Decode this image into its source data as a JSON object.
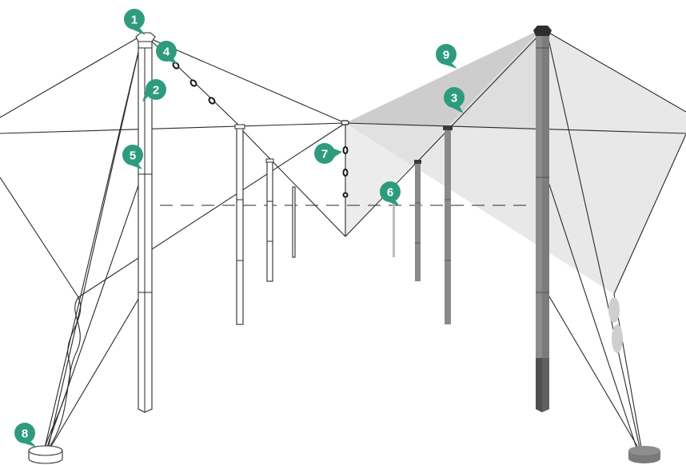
{
  "markers": [
    {
      "label": "1"
    },
    {
      "label": "2"
    },
    {
      "label": "3"
    },
    {
      "label": "4"
    },
    {
      "label": "5"
    },
    {
      "label": "6"
    },
    {
      "label": "7"
    },
    {
      "label": "8"
    },
    {
      "label": "9"
    }
  ],
  "colors": {
    "marker": "#2e9b7f",
    "shade_light": "#e6e6e6",
    "shade_dark": "#c9c9c9",
    "pole_dark": "#7a7a7a",
    "pole_foot": "#555555",
    "line": "#2a2a2a"
  }
}
